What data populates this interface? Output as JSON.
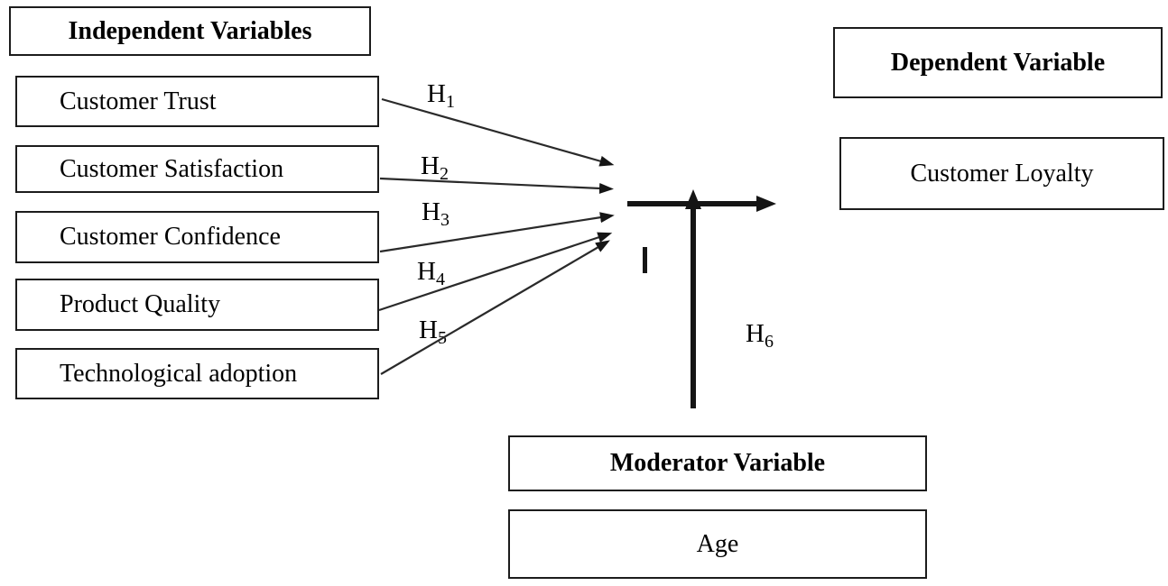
{
  "figure": {
    "title": "conceptual-framework",
    "independent": {
      "header": "Independent Variables",
      "items": [
        "Customer Trust",
        "Customer Satisfaction",
        "Customer Confidence",
        "Product Quality",
        "Technological adoption"
      ]
    },
    "dependent": {
      "header": "Dependent Variable",
      "item": "Customer Loyalty"
    },
    "moderator": {
      "header": "Moderator Variable",
      "item": "Age"
    },
    "hypotheses": [
      {
        "base": "H",
        "sub": "1"
      },
      {
        "base": "H",
        "sub": "2"
      },
      {
        "base": "H",
        "sub": "3"
      },
      {
        "base": "H",
        "sub": "4"
      },
      {
        "base": "H",
        "sub": "5"
      },
      {
        "base": "H",
        "sub": "6"
      }
    ],
    "colors": {
      "background": "#ffffff",
      "line": "#1c1c1c",
      "text": "#000000"
    }
  }
}
